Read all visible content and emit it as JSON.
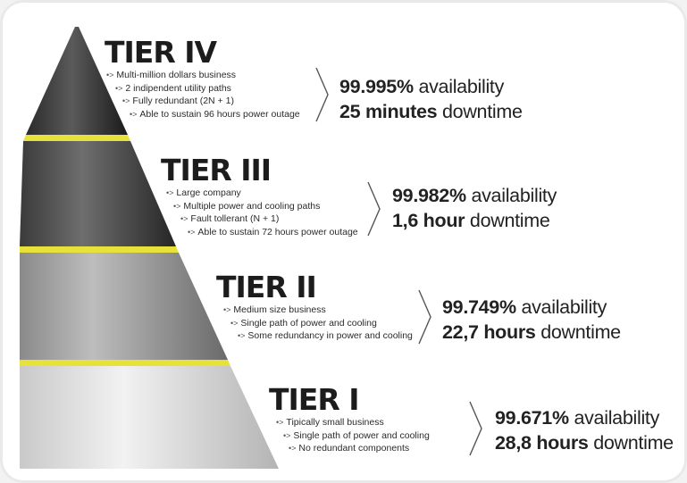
{
  "tiers": [
    {
      "title": "TIER IV",
      "features": [
        "Multi-million dollars business",
        "2 indipendent utility paths",
        "Fully redundant (2N + 1)",
        "Able to sustain 96 hours power outage"
      ],
      "availability_value": "99.995%",
      "availability_label": " availability",
      "downtime_value": "25 minutes",
      "downtime_label": " downtime"
    },
    {
      "title": "TIER III",
      "features": [
        "Large company",
        "Multiple power and cooling paths",
        "Fault tollerant (N + 1)",
        "Able to sustain 72 hours power outage"
      ],
      "availability_value": "99.982%",
      "availability_label": " availability",
      "downtime_value": "1,6 hour",
      "downtime_label": " downtime"
    },
    {
      "title": "TIER II",
      "features": [
        "Medium size business",
        "Single path of power and cooling",
        "Some redundancy in power and cooling"
      ],
      "availability_value": "99.749%",
      "availability_label": " availability",
      "downtime_value": "22,7 hours",
      "downtime_label": " downtime"
    },
    {
      "title": "TIER I",
      "features": [
        "Tipically small business",
        "Single path of power and cooling",
        "No redundant components"
      ],
      "availability_value": "99.671%",
      "availability_label": " availability",
      "downtime_value": "28,8 hours",
      "downtime_label": " downtime"
    }
  ],
  "bullet_glyph": "•>",
  "colors": {
    "band": "#e8e13a",
    "text": "#1c1c1c",
    "cone_dark": "#1e1e1e",
    "cone_light": "#f0f0f0"
  }
}
